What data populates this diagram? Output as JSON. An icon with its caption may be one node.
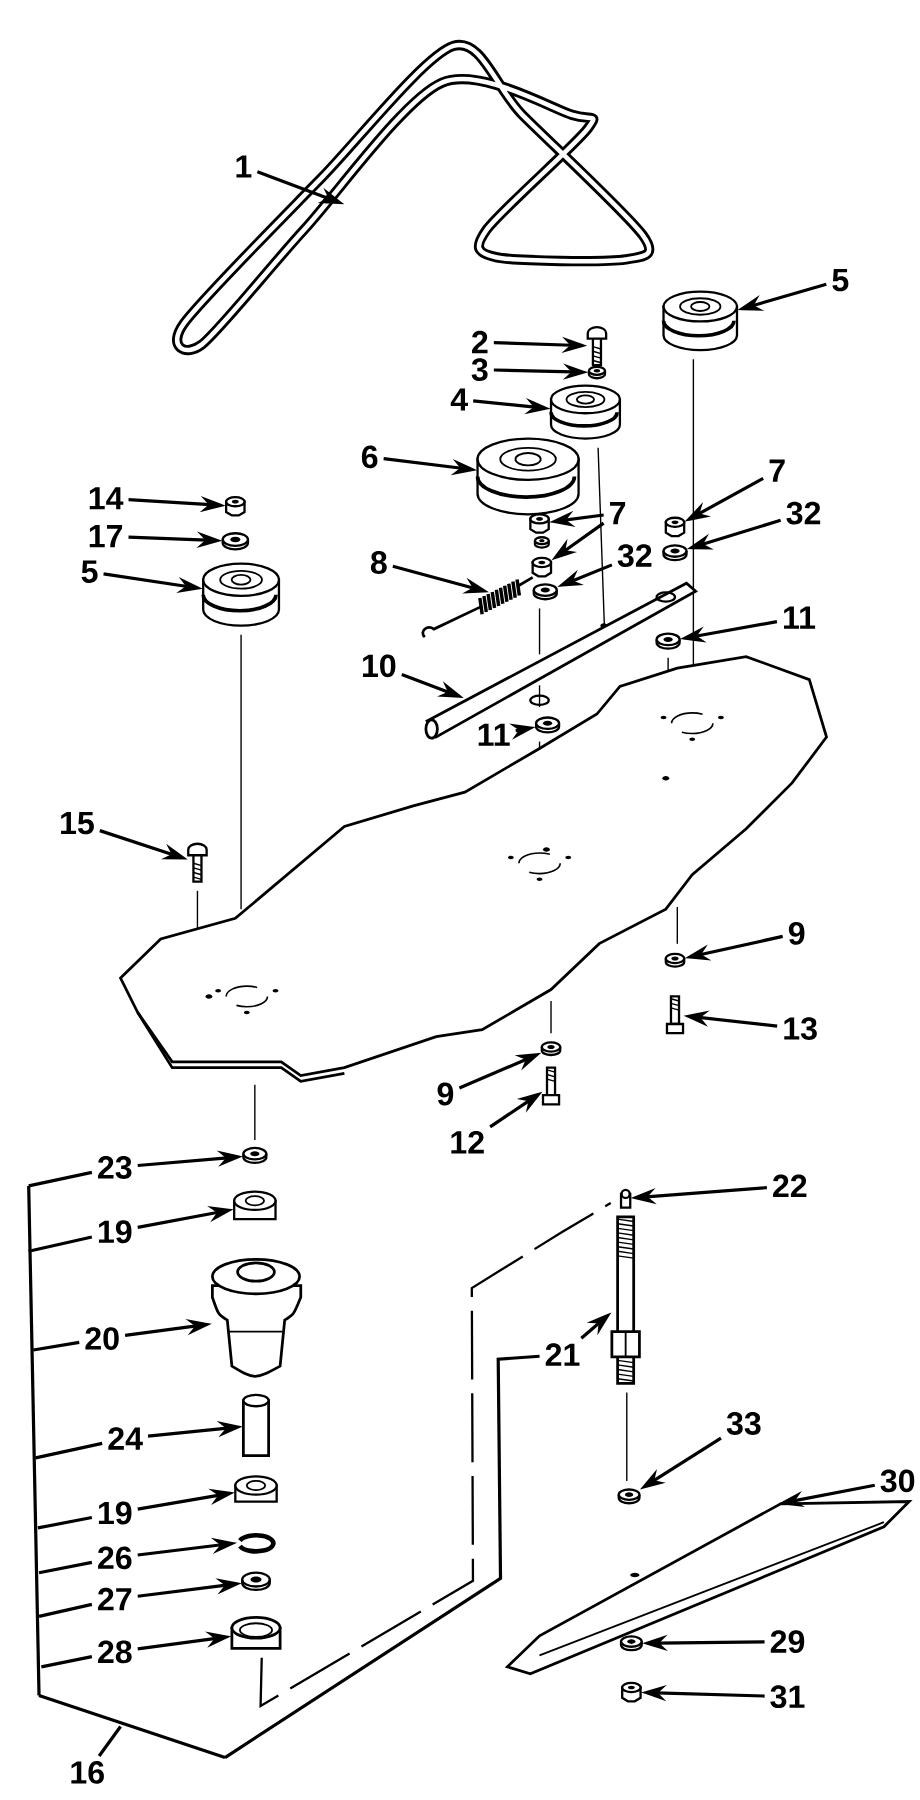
{
  "diagram": {
    "nodes": [
      {
        "text": [
          "1"
        ]
      },
      {
        "text": [
          "2"
        ]
      },
      {
        "text": [
          "3"
        ]
      },
      {
        "text": [
          "4"
        ]
      },
      {
        "text": [
          "5"
        ]
      },
      {
        "text": [
          "6"
        ]
      },
      {
        "text": [
          "7"
        ]
      },
      {
        "text": [
          "7"
        ]
      },
      {
        "text": [
          "32"
        ]
      },
      {
        "text": [
          "32"
        ]
      },
      {
        "text": [
          "14"
        ]
      },
      {
        "text": [
          "17"
        ]
      },
      {
        "text": [
          "5"
        ]
      },
      {
        "text": [
          "8"
        ]
      },
      {
        "text": [
          "10"
        ]
      },
      {
        "text": [
          "11"
        ]
      },
      {
        "text": [
          "11"
        ]
      },
      {
        "text": [
          "15"
        ]
      },
      {
        "text": [
          "9"
        ]
      },
      {
        "text": [
          "13"
        ]
      },
      {
        "text": [
          "9"
        ]
      },
      {
        "text": [
          "12"
        ]
      },
      {
        "text": [
          "22"
        ]
      },
      {
        "text": [
          "23"
        ]
      },
      {
        "text": [
          "19"
        ]
      },
      {
        "text": [
          "20"
        ]
      },
      {
        "text": [
          "21"
        ]
      },
      {
        "text": [
          "24"
        ]
      },
      {
        "text": [
          "33"
        ]
      },
      {
        "text": [
          "30"
        ]
      },
      {
        "text": [
          "19"
        ]
      },
      {
        "text": [
          "26"
        ]
      },
      {
        "text": [
          "27"
        ]
      },
      {
        "text": [
          "29"
        ]
      },
      {
        "text": [
          "28"
        ]
      },
      {
        "text": [
          "31"
        ]
      },
      {
        "text": [
          "16"
        ]
      },
      {
        "text": [],
        "shape": "picture"
      },
      {
        "text": [],
        "shape": "picture"
      },
      {
        "text": [],
        "shape": "picture"
      },
      {
        "text": [],
        "shape": "picture"
      },
      {
        "text": [],
        "shape": "picture"
      },
      {
        "text": [],
        "shape": "picture"
      },
      {
        "text": [],
        "shape": "cylinder"
      },
      {
        "text": [],
        "shape": "cylinder"
      },
      {
        "text": [],
        "shape": "cylinder"
      },
      {
        "text": [],
        "shape": "picture"
      },
      {
        "text": [],
        "shape": "picture"
      },
      {
        "text": [],
        "shape": "cylinder"
      },
      {
        "text": [],
        "shape": "picture"
      },
      {
        "text": [],
        "shape": "picture"
      },
      {
        "text": [],
        "shape": "picture"
      },
      {
        "text": [],
        "shape": "picture"
      },
      {
        "text": [],
        "shape": "picture"
      },
      {
        "text": [],
        "shape": "picture"
      },
      {
        "text": [],
        "shape": "picture"
      },
      {
        "text": [],
        "shape": "picture"
      },
      {
        "text": [],
        "shape": "picture"
      },
      {
        "text": [],
        "shape": "picture"
      },
      {
        "text": [],
        "shape": "picture"
      },
      {
        "text": [],
        "shape": "cylinder"
      },
      {
        "text": [],
        "shape": "picture"
      },
      {
        "text": [],
        "shape": "cylinder"
      },
      {
        "text": [],
        "shape": "picture"
      },
      {
        "text": [],
        "shape": "picture"
      },
      {
        "text": [],
        "shape": "cylinder"
      },
      {
        "text": [],
        "shape": "picture"
      },
      {
        "text": [],
        "shape": "picture"
      },
      {
        "text": [],
        "shape": "picture"
      },
      {
        "text": [],
        "shape": "picture"
      },
      {
        "text": [],
        "shape": "picture"
      },
      {
        "text": [],
        "shape": "picture"
      },
      {
        "text": [],
        "shape": "picture"
      },
      {
        "text": [],
        "shape": "cylinder"
      },
      {
        "text": [],
        "shape": "bar"
      },
      {
        "text": [],
        "shape": "bar"
      }
    ],
    "edges": [
      {
        "from": 0,
        "to": 37,
        "arrow": "to"
      },
      {
        "from": 1,
        "to": 38,
        "arrow": "to"
      },
      {
        "from": 2,
        "to": 39,
        "arrow": "to"
      },
      {
        "from": 3,
        "to": 40,
        "arrow": "to"
      },
      {
        "from": 4,
        "to": 41,
        "arrow": "to"
      },
      {
        "from": 5,
        "to": 42,
        "arrow": "to"
      },
      {
        "from": 6,
        "to": 43,
        "arrow": "to"
      },
      {
        "from": 7,
        "to": 44,
        "arrow": "to"
      },
      {
        "from": 7,
        "to": 45,
        "arrow": "to"
      },
      {
        "from": 8,
        "to": 46,
        "arrow": "to"
      },
      {
        "from": 9,
        "to": 47,
        "arrow": "to"
      },
      {
        "from": 10,
        "to": 48,
        "arrow": "to"
      },
      {
        "from": 11,
        "to": 49,
        "arrow": "to"
      },
      {
        "from": 12,
        "to": 50,
        "arrow": "to"
      },
      {
        "from": 13,
        "to": 51,
        "arrow": "to"
      },
      {
        "from": 14,
        "to": 52,
        "arrow": "to"
      },
      {
        "from": 15,
        "to": 53,
        "arrow": "to"
      },
      {
        "from": 16,
        "to": 54,
        "arrow": "to"
      },
      {
        "from": 17,
        "to": 55,
        "arrow": "to"
      },
      {
        "from": 18,
        "to": 56,
        "arrow": "to"
      },
      {
        "from": 19,
        "to": 57,
        "arrow": "to"
      },
      {
        "from": 20,
        "to": 58,
        "arrow": "to"
      },
      {
        "from": 21,
        "to": 59,
        "arrow": "to"
      },
      {
        "from": 22,
        "to": 60,
        "arrow": "to"
      },
      {
        "from": 23,
        "to": 61,
        "arrow": "to"
      },
      {
        "from": 24,
        "to": 62,
        "arrow": "to"
      },
      {
        "from": 25,
        "to": 63,
        "arrow": "to"
      },
      {
        "from": 26,
        "to": 64,
        "arrow": "to"
      },
      {
        "from": 27,
        "to": 65,
        "arrow": "to"
      },
      {
        "from": 28,
        "to": 66,
        "arrow": "to"
      },
      {
        "from": 29,
        "to": 67,
        "arrow": "to"
      },
      {
        "from": 30,
        "to": 68,
        "arrow": "to"
      },
      {
        "from": 31,
        "to": 69,
        "arrow": "to"
      },
      {
        "from": 32,
        "to": 70,
        "arrow": "to"
      },
      {
        "from": 33,
        "to": 71,
        "arrow": "to"
      },
      {
        "from": 34,
        "to": 72,
        "arrow": "to"
      },
      {
        "from": 35,
        "to": 73,
        "arrow": "to"
      },
      {
        "from": 23,
        "to": 74,
        "arrow": "none"
      },
      {
        "from": 24,
        "to": 74,
        "arrow": "none"
      },
      {
        "from": 25,
        "to": 74,
        "arrow": "none"
      },
      {
        "from": 26,
        "to": 75,
        "arrow": "none"
      },
      {
        "from": 27,
        "to": 74,
        "arrow": "none"
      },
      {
        "from": 30,
        "to": 74,
        "arrow": "none"
      },
      {
        "from": 31,
        "to": 74,
        "arrow": "none"
      },
      {
        "from": 32,
        "to": 74,
        "arrow": "none"
      },
      {
        "from": 34,
        "to": 74,
        "arrow": "none"
      },
      {
        "from": 36,
        "to": 75,
        "arrow": "none"
      }
    ]
  }
}
